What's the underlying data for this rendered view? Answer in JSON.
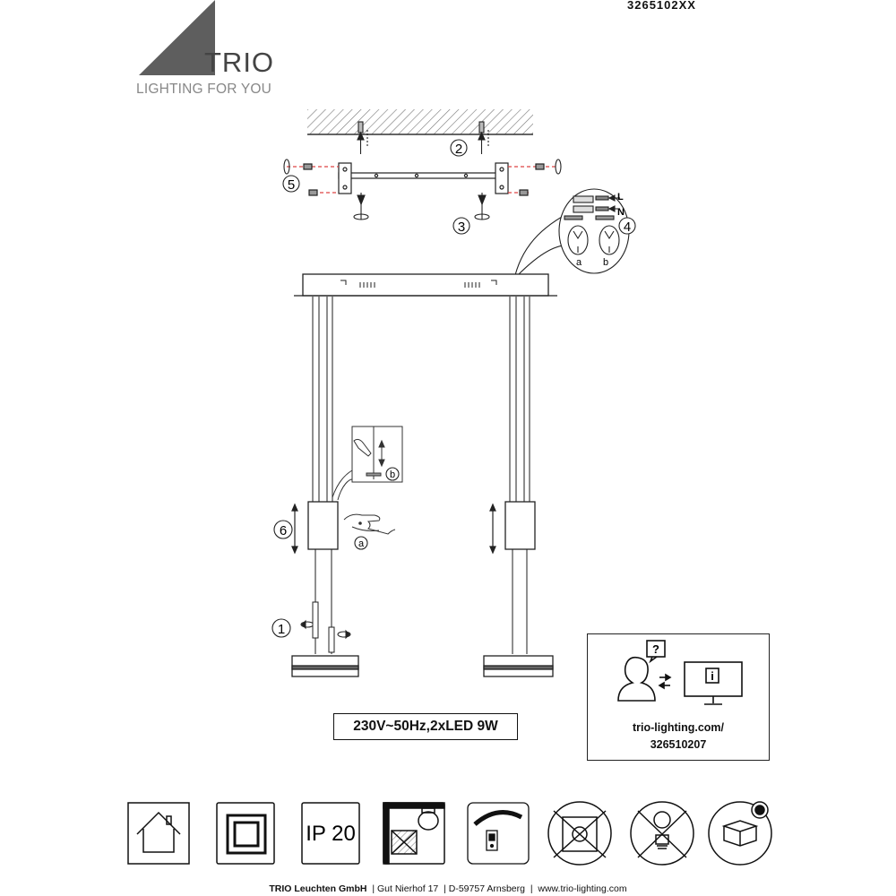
{
  "header": {
    "model_number": "3265102XX"
  },
  "logo": {
    "brand": "TRIO",
    "tagline": "LIGHTING FOR YOU"
  },
  "steps": [
    "1",
    "2",
    "3",
    "4",
    "5",
    "6"
  ],
  "sub_labels": {
    "a": "a",
    "b": "b"
  },
  "wiring": {
    "live": "L",
    "neutral": "N"
  },
  "spec_label": "230V~50Hz,2xLED  9W",
  "info": {
    "url_line1": "trio-lighting.com/",
    "url_line2": "326510207"
  },
  "symbols": {
    "indoor": "house-icon",
    "protection_class": "double-insulation-icon",
    "ip_rating": "IP 20",
    "not_for_insulation": "no-insulation-cover-icon",
    "dimmer": "touch-dimmer-icon",
    "no_dimmer_switch": "no-external-dimmer-icon",
    "led_not_replaceable": "led-not-replaceable-icon",
    "recycling": "recycling-icon"
  },
  "footer": {
    "company": "TRIO Leuchten GmbH",
    "address": "| Gut Nierhof 17",
    "city": "| D-59757 Arnsberg",
    "web": "|  www.trio-lighting.com"
  }
}
